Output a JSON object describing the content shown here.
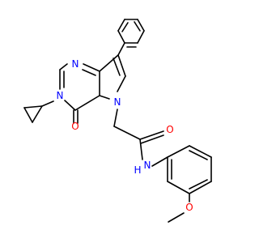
{
  "colors": {
    "bond": "#000000",
    "nitrogen": "#0000ff",
    "oxygen": "#ff0000",
    "background": "#ffffff"
  },
  "atoms": [
    {
      "id": "N1",
      "label": "N",
      "element": "nitrogen"
    },
    {
      "id": "N3",
      "label": "N",
      "element": "nitrogen"
    },
    {
      "id": "N5",
      "label": "N",
      "element": "nitrogen"
    },
    {
      "id": "O4",
      "label": "O",
      "element": "oxygen"
    },
    {
      "id": "Oam",
      "label": "O",
      "element": "oxygen"
    },
    {
      "id": "NH",
      "label": "N",
      "element": "nitrogen"
    },
    {
      "id": "H",
      "label": "H",
      "element": "nitrogen"
    },
    {
      "id": "OMe",
      "label": "O",
      "element": "oxygen"
    }
  ]
}
